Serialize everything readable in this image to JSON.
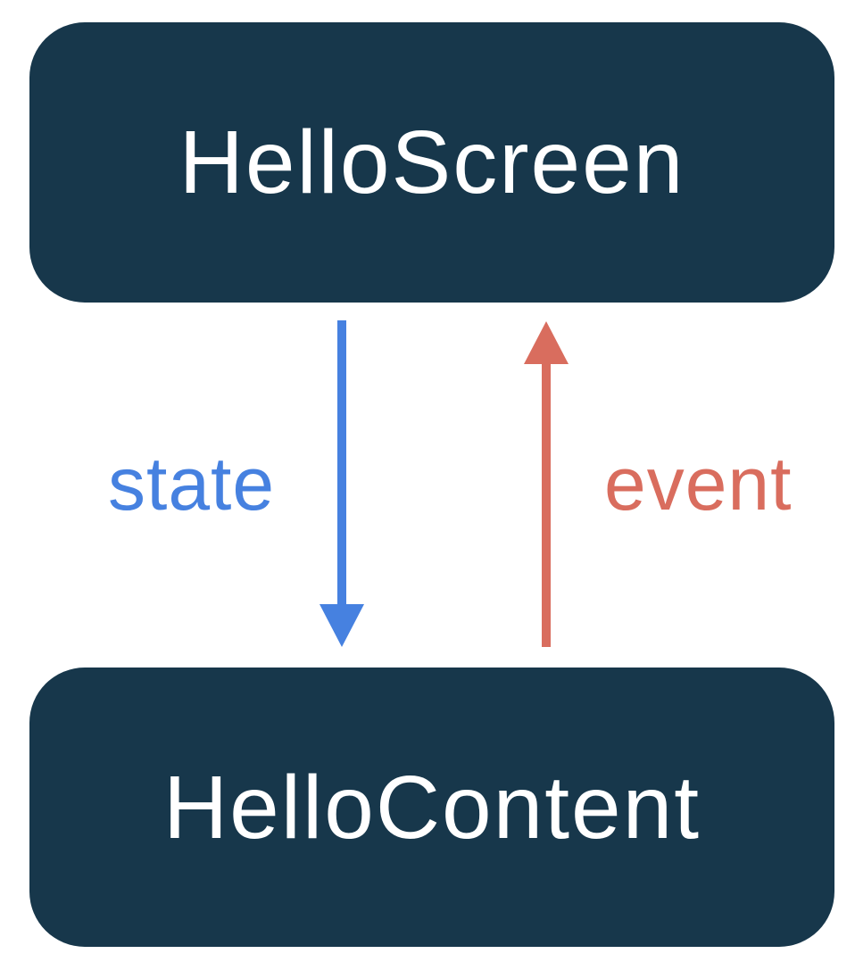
{
  "diagram": {
    "title": "compose-unidirectional-data-flow",
    "boxes": {
      "screen": {
        "label": "HelloScreen"
      },
      "content": {
        "label": "HelloContent"
      }
    },
    "arrows": {
      "state": {
        "label": "state",
        "direction": "down",
        "from": "HelloScreen",
        "to": "HelloContent"
      },
      "event": {
        "label": "event",
        "direction": "up",
        "from": "HelloContent",
        "to": "HelloScreen"
      }
    }
  },
  "theme": {
    "canvas_bg": "#ffffff",
    "box_bg": "#17374b",
    "box_text": "#ffffff",
    "state_color": "#4681e0",
    "event_color": "#d96d5e"
  }
}
